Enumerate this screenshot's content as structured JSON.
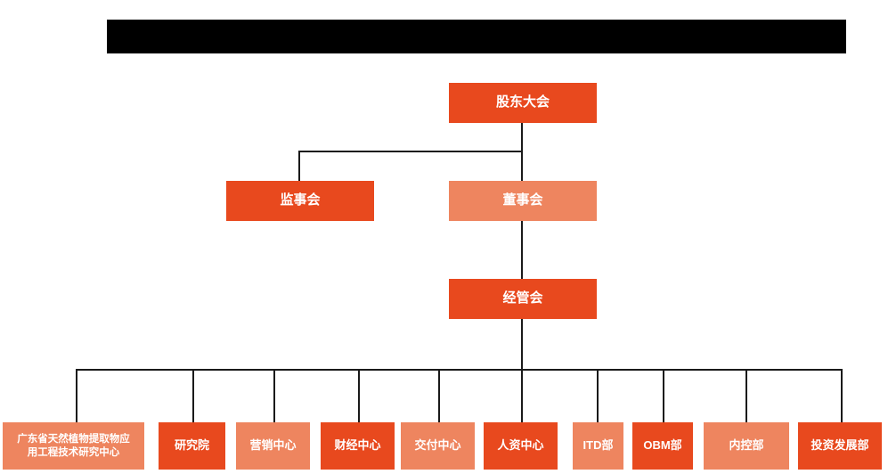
{
  "chart": {
    "type": "org-chart",
    "title_banner": {
      "name": "redacted-title-banner",
      "text": "",
      "color": "#000000"
    },
    "colors": {
      "accent_dark": "#E8491E",
      "accent_light": "#EE855F",
      "connector": "#1a1a1a",
      "background": "#ffffff",
      "node_text": "#ffffff"
    },
    "levels": [
      {
        "level": 1,
        "nodes": [
          {
            "id": "shareholders",
            "label": "股东大会",
            "tone": "dark"
          }
        ]
      },
      {
        "level": 2,
        "nodes": [
          {
            "id": "supervisors",
            "label": "监事会",
            "tone": "dark"
          },
          {
            "id": "directors",
            "label": "董事会",
            "tone": "light"
          }
        ]
      },
      {
        "level": 3,
        "nodes": [
          {
            "id": "management",
            "label": "经管会",
            "tone": "dark"
          }
        ]
      },
      {
        "level": 4,
        "nodes": [
          {
            "id": "dept-0",
            "label": "广东省天然植物提取物应\n用工程技术研究中心",
            "tone": "light"
          },
          {
            "id": "dept-1",
            "label": "研究院",
            "tone": "dark"
          },
          {
            "id": "dept-2",
            "label": "营销中心",
            "tone": "light"
          },
          {
            "id": "dept-3",
            "label": "财经中心",
            "tone": "dark"
          },
          {
            "id": "dept-4",
            "label": "交付中心",
            "tone": "light"
          },
          {
            "id": "dept-5",
            "label": "人资中心",
            "tone": "dark"
          },
          {
            "id": "dept-6",
            "label": "ITD部",
            "tone": "light"
          },
          {
            "id": "dept-7",
            "label": "OBM部",
            "tone": "dark"
          },
          {
            "id": "dept-8",
            "label": "内控部",
            "tone": "light"
          },
          {
            "id": "dept-9",
            "label": "投资发展部",
            "tone": "dark"
          }
        ]
      }
    ]
  }
}
